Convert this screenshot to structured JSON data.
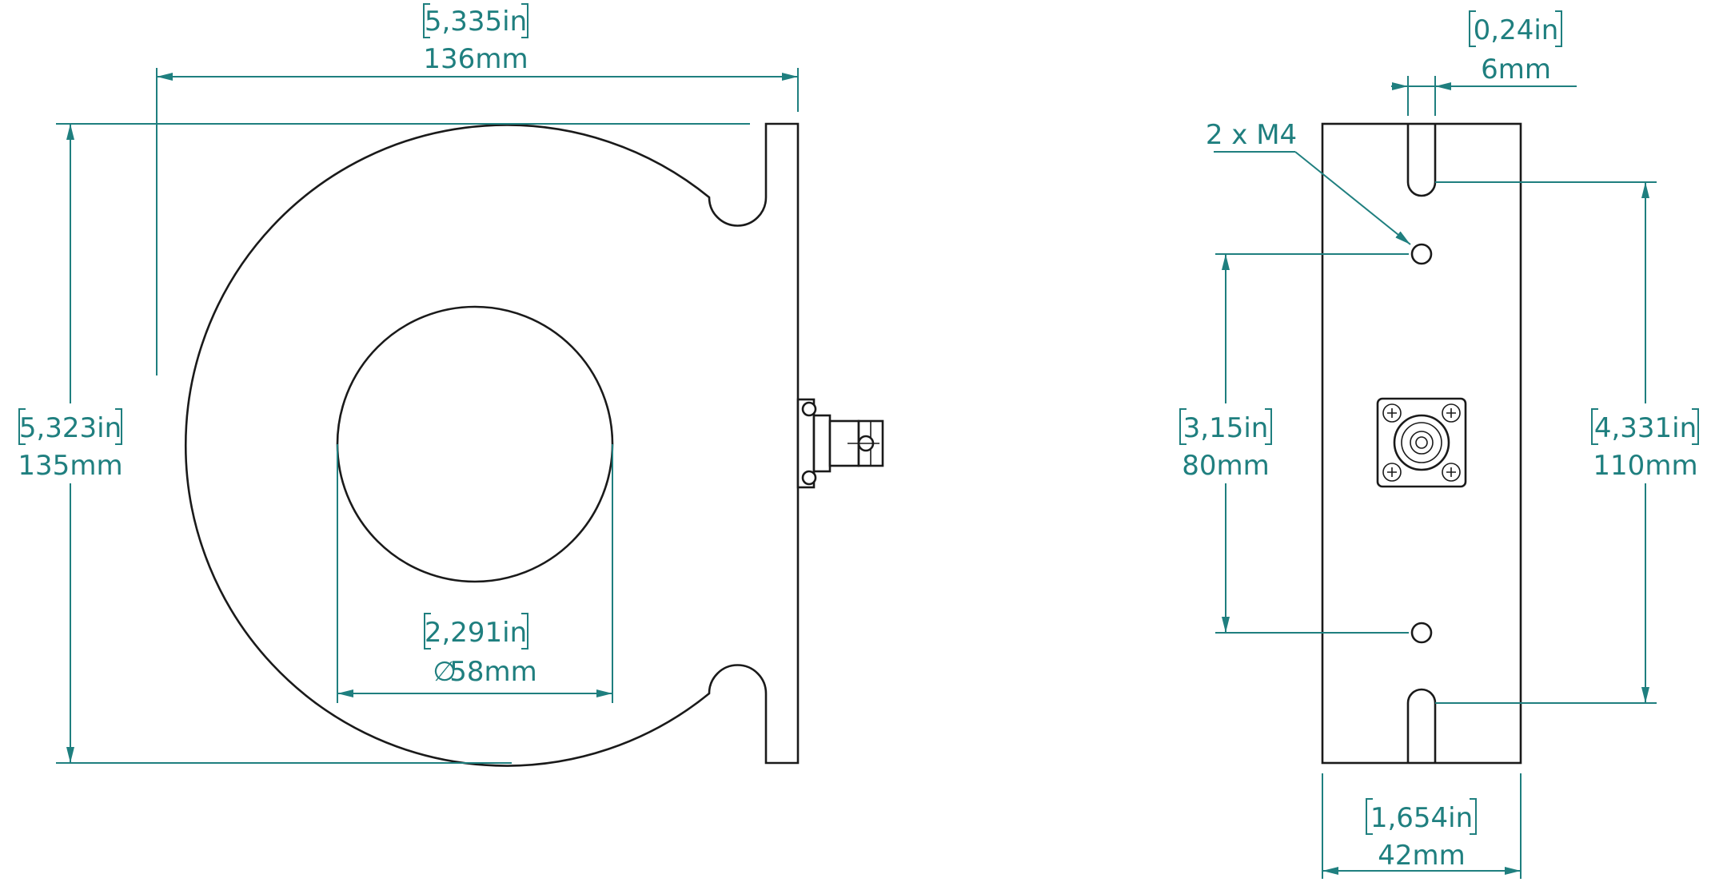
{
  "colors": {
    "dimension": "#1f7f7f",
    "outline": "#1a1a1a",
    "background": "#ffffff"
  },
  "front_view": {
    "width": {
      "inch": "5,335in",
      "mm": "136mm"
    },
    "height": {
      "inch": "5,323in",
      "mm": "135mm"
    },
    "aperture": {
      "inch": "2,291in",
      "mm": "58mm",
      "symbol": "∅"
    }
  },
  "side_view": {
    "slot_width": {
      "inch": "0,24in",
      "mm": "6mm"
    },
    "mounting_callout": "2 x M4",
    "hole_spacing": {
      "inch": "3,15in",
      "mm": "80mm"
    },
    "slot_spacing": {
      "inch": "4,331in",
      "mm": "110mm"
    },
    "depth": {
      "inch": "1,654in",
      "mm": "42mm"
    }
  }
}
